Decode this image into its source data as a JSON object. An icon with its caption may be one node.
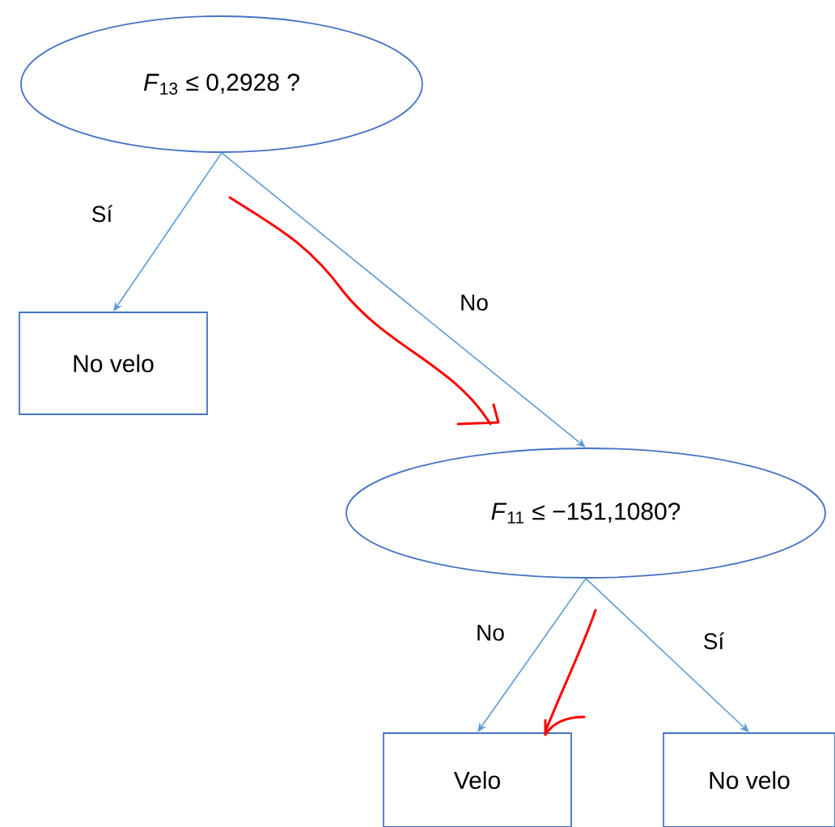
{
  "diagram": {
    "nodes": [
      {
        "text": [
          "*F*$_{13}$ ≤ 0,2928 ?"
        ]
      },
      {
        "text": [
          "No velo"
        ]
      },
      {
        "text": [
          "*F*$_{11}$ ≤ −151,1080?"
        ]
      },
      {
        "text": [
          "Velo"
        ]
      },
      {
        "text": [
          "No velo"
        ]
      }
    ],
    "edges": [
      {
        "from": 0,
        "to": 1,
        "arrow": "to",
        "label": "Sí"
      },
      {
        "from": 0,
        "to": 2,
        "arrow": "to",
        "label": "No"
      },
      {
        "from": 2,
        "to": 3,
        "arrow": "to",
        "label": "No"
      },
      {
        "from": 2,
        "to": 4,
        "arrow": "to",
        "label": "Sí"
      }
    ]
  }
}
